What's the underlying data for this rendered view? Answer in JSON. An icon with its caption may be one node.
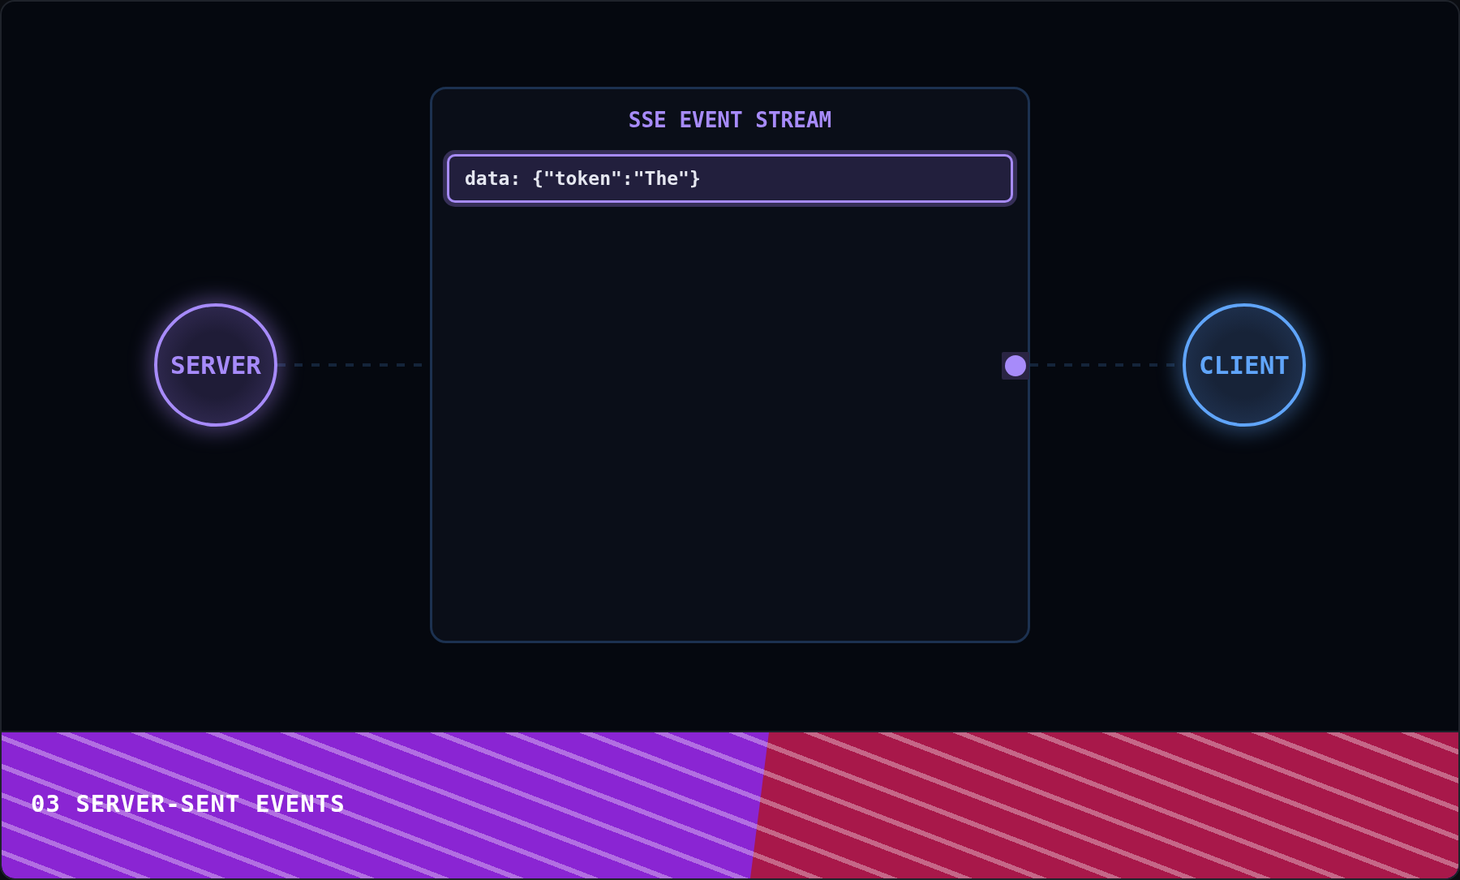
{
  "diagram": {
    "title": "03 SERVER-SENT EVENTS",
    "nodes": [
      {
        "text": [
          "SERVER"
        ]
      },
      {
        "text": [
          "SSE EVENT STREAM"
        ]
      },
      {
        "text": [
          "data: {\"token\":\"The\"}"
        ],
        "in": 1
      },
      {
        "text": [
          "CLIENT"
        ]
      }
    ],
    "edges": [
      {
        "from": 0,
        "to": 1,
        "arrow": "none",
        "style": "dashed"
      },
      {
        "from": 1,
        "to": 3,
        "arrow": "none",
        "style": "dashed"
      }
    ]
  }
}
